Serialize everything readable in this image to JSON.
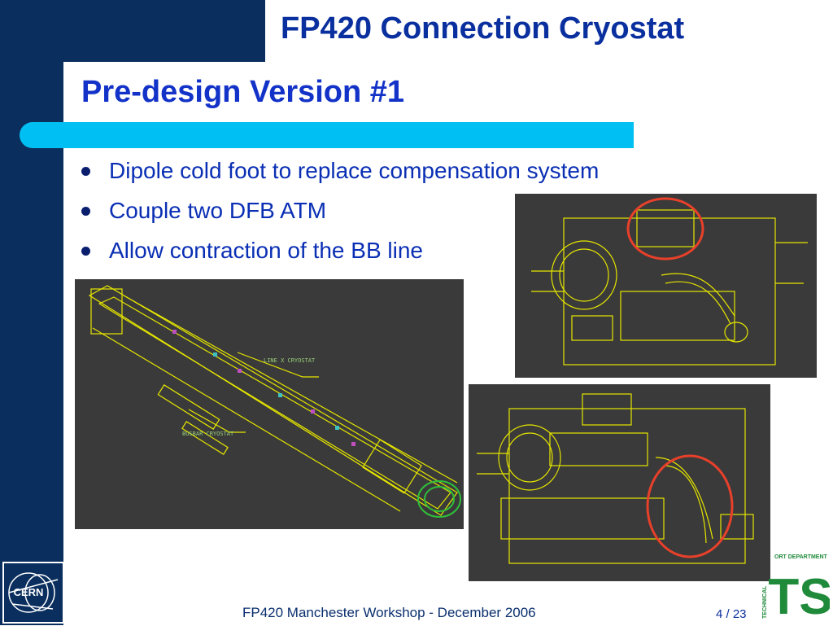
{
  "slide": {
    "title": "FP420 Connection Cryostat",
    "subtitle": "Pre-design Version #1",
    "bullets": [
      "Dipole cold foot to replace compensation system",
      "Couple two DFB ATM",
      "Allow contraction of the BB line"
    ]
  },
  "drawings": {
    "long_cryostat_labels": [
      "LINE X CRYOSTAT",
      "BUSBAR CRYOSTAT"
    ]
  },
  "footer": {
    "text": "FP420 Manchester Workshop - December 2006",
    "page": "4 / 23"
  },
  "logos": {
    "cern": "CERN",
    "ts_letters": "TS",
    "ts_department": "ORT DEPARTMENT",
    "ts_technical": "TECHNICAL"
  },
  "colors": {
    "navy": "#0a2f5e",
    "cyan": "#00bff3",
    "title_blue": "#0a2f9e",
    "drawing_bg": "#3a3a3a",
    "drawing_line": "#e6e600",
    "highlight_circle": "#e8402a",
    "ts_green": "#1f8a3a"
  }
}
